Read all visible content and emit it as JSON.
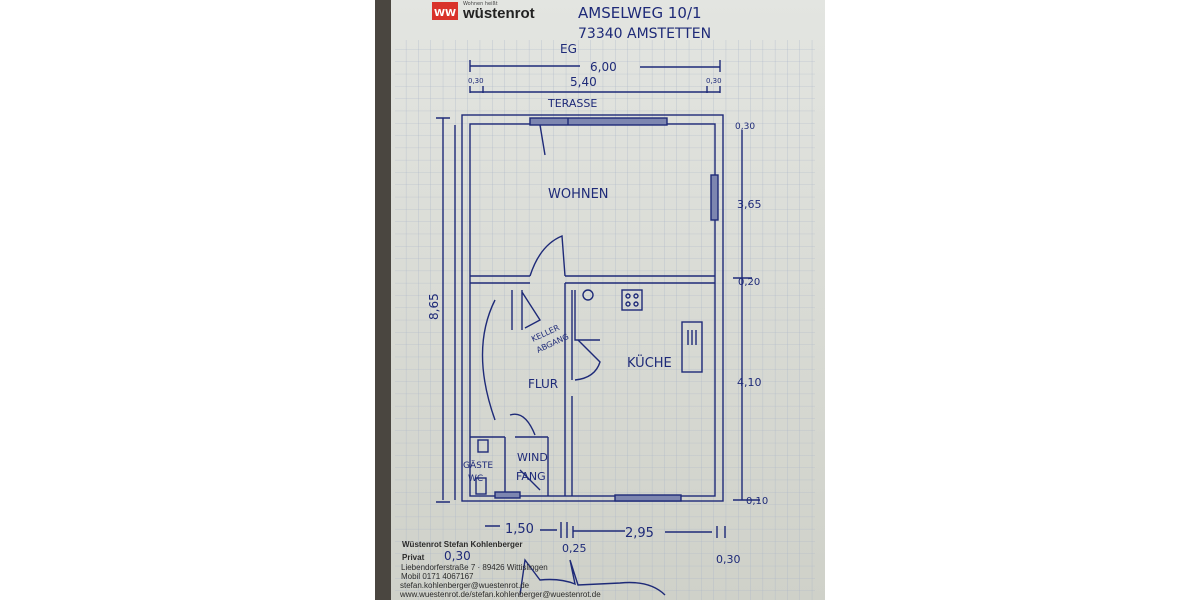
{
  "logo": {
    "tagline": "Wohnen heißt",
    "brand": "wüstenrot",
    "mark": "WW",
    "color": "#d9322a"
  },
  "address": {
    "line1": "AMSELWEG 10/1",
    "line2": "73340 AMSTETTEN"
  },
  "floor": "EG",
  "labels": {
    "terrace": "TERASSE",
    "living": "WOHNEN",
    "kitchen": "KÜCHE",
    "hall": "FLUR",
    "cellar_1": "KELLER",
    "cellar_2": "ABGANG",
    "wc_1": "GÄSTE",
    "wc_2": "WC",
    "vestibule_1": "WIND",
    "vestibule_2": "FANG"
  },
  "dimensions": {
    "top_total": "6,00",
    "top_inner": "5,40",
    "top_left_wall": "0,30",
    "top_right_wall": "0,30",
    "left_total": "8,65",
    "right_wall_top": "0,30",
    "right_living": "3,65",
    "right_mid_wall": "0,20",
    "right_kitchen": "4,10",
    "right_wall_bottom": "0,10",
    "bottom_left": "1,50",
    "bottom_mid_wall": "0,25",
    "bottom_right": "2,95",
    "bottom_left_wall": "0,30",
    "bottom_right_wall": "0,30"
  },
  "card": {
    "name": "Wüstenrot Stefan Kohlenberger",
    "private_label": "Privat",
    "street": "Liebendorferstraße 7 · 89426 Wittislingen",
    "mobile": "Mobil 0171 4067167",
    "email": "stefan.kohlenberger@wuestenrot.de",
    "web": "www.wuestenrot.de/stefan.kohlenberger@wuestenrot.de"
  },
  "colors": {
    "ink": "#1e2a78",
    "paper": "#dadcd6",
    "grid": "#a9b3c8"
  }
}
